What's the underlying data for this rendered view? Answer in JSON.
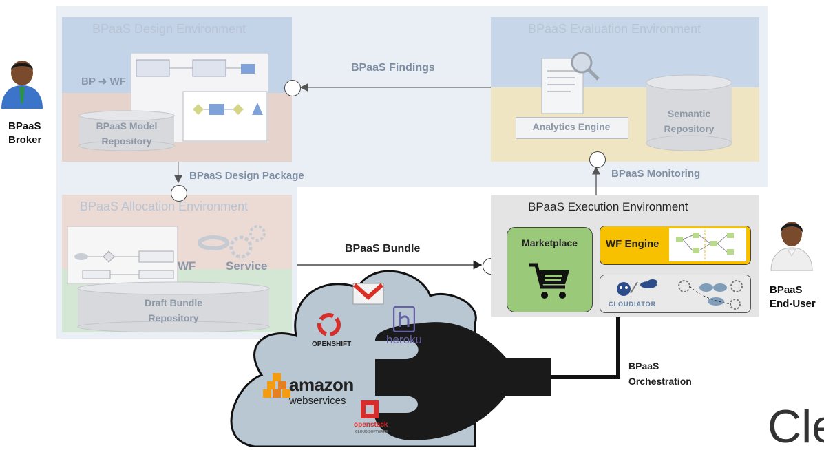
{
  "design_env": {
    "title": "BPaaS Design Environment",
    "bp_wf": "BP",
    "bp_wf2": "WF",
    "model_repo_line1": "BPaaS Model",
    "model_repo_line2": "Repository"
  },
  "evaluation_env": {
    "title": "BPaaS Evaluation Environment",
    "analytics_engine": "Analytics Engine",
    "semantic_repo_line1": "Semantic",
    "semantic_repo_line2": "Repository"
  },
  "allocation_env": {
    "title": "BPaaS Allocation Environment",
    "wf": "WF",
    "service": "Service",
    "draft_repo_line1": "Draft Bundle",
    "draft_repo_line2": "Repository"
  },
  "execution_env": {
    "title": "BPaaS Execution Environment",
    "marketplace": "Marketplace",
    "wf_engine": "WF Engine",
    "cloudiator": "CLOUDIATOR"
  },
  "flows": {
    "findings": "BPaaS Findings",
    "design_package": "BPaaS Design Package",
    "monitoring": "BPaaS Monitoring",
    "bundle": "BPaaS Bundle",
    "orchestration_line1": "BPaaS",
    "orchestration_line2": "Orchestration"
  },
  "roles": {
    "broker_line1": "BPaaS",
    "broker_line2": "Broker",
    "enduser_line1": "BPaaS",
    "enduser_line2": "End-User"
  },
  "cloud_logos": {
    "openshift": "OPENSHIFT",
    "heroku": "heroku",
    "amazon": "amazon",
    "webservices": "webservices",
    "openstack": "openstack",
    "openstack_sub": "CLOUD SOFTWARE"
  },
  "corner_text": "Cle",
  "colors": {
    "panel_blue": "#eaeff6",
    "design_top": "#c3d4e8",
    "design_bottom": "#e6d4cc",
    "eval_top": "#c7d7e9",
    "eval_bottom": "#efe5c2",
    "alloc_top": "#ecdbd5",
    "alloc_bottom": "#d4e6d4",
    "marketplace_green": "#9bc97a",
    "wf_engine_yellow": "#f7c100",
    "cloud_gray": "#b9c7d2",
    "plug_black": "#1a1a1a"
  }
}
